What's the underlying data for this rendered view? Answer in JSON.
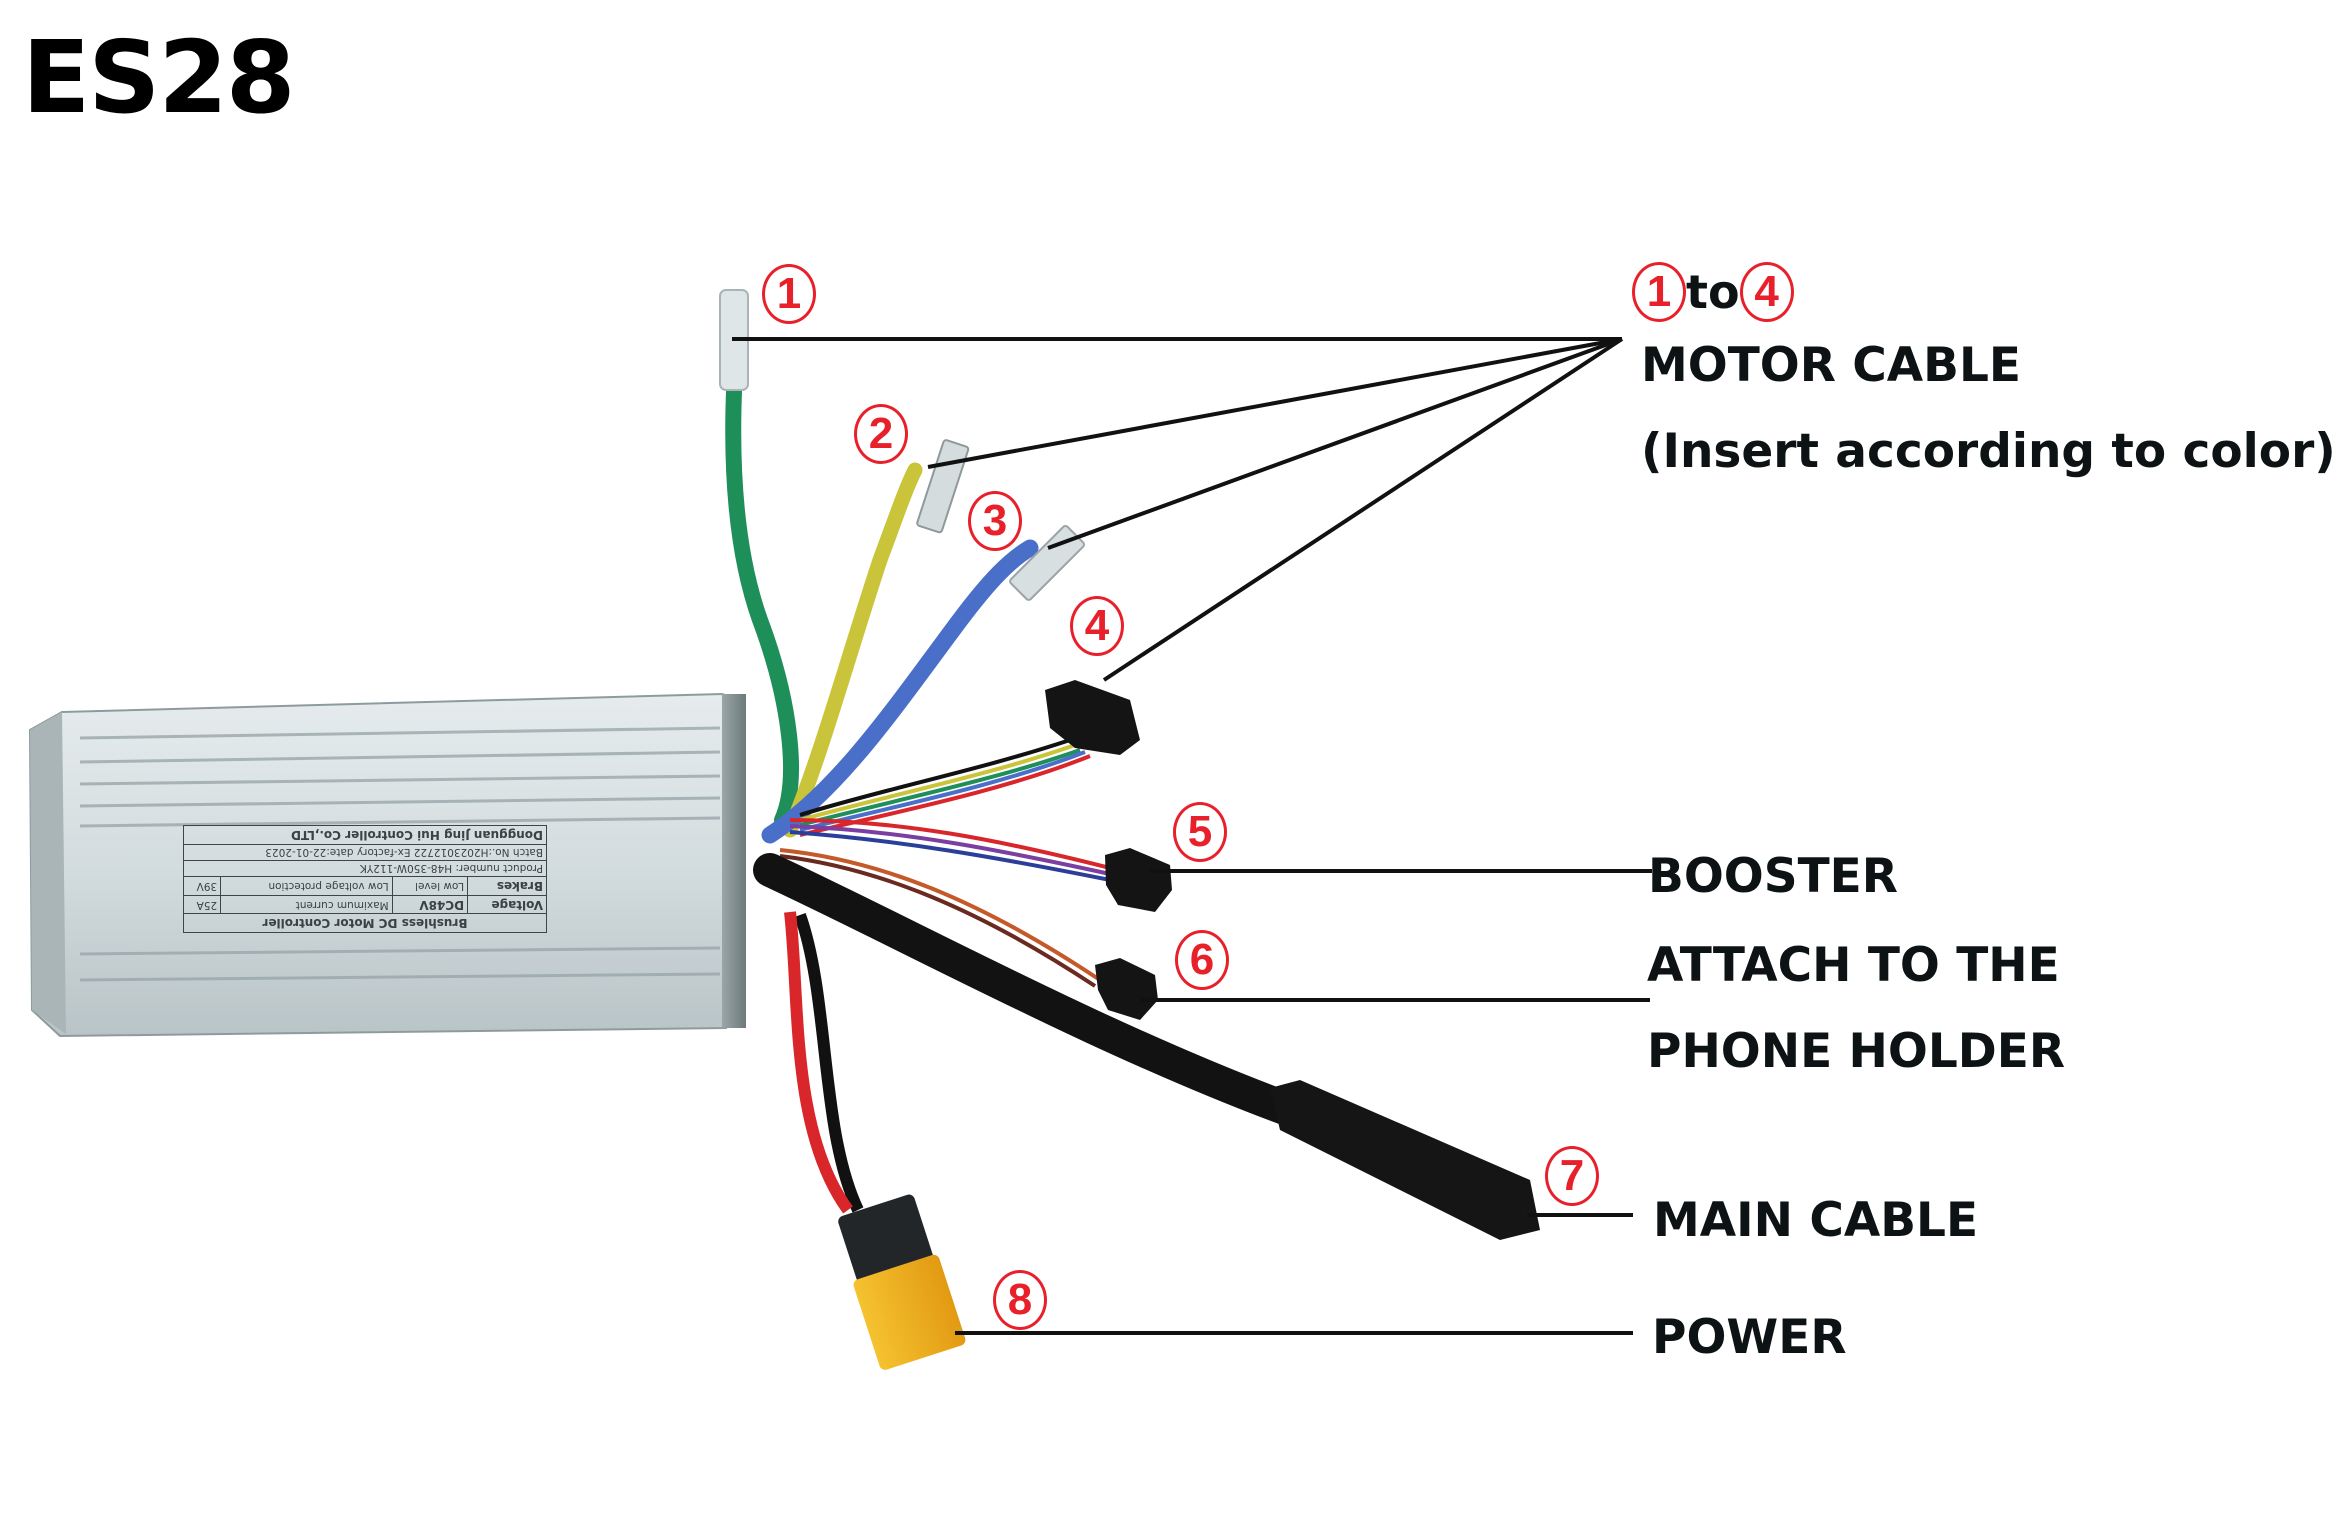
{
  "title": "ES28",
  "callouts": [
    {
      "number": "1",
      "glyph": "①",
      "part": "motor-phase-green"
    },
    {
      "number": "2",
      "glyph": "②",
      "part": "motor-phase-yellow"
    },
    {
      "number": "3",
      "glyph": "③",
      "part": "motor-phase-blue"
    },
    {
      "number": "4",
      "glyph": "④",
      "part": "motor-hall-connector"
    },
    {
      "number": "5",
      "glyph": "⑤",
      "part": "booster-connector"
    },
    {
      "number": "6",
      "glyph": "⑥",
      "part": "phone-holder-connector"
    },
    {
      "number": "7",
      "glyph": "⑦",
      "part": "main-cable-connector"
    },
    {
      "number": "8",
      "glyph": "⑧",
      "part": "power-xt60-connector"
    }
  ],
  "labels": {
    "motor": {
      "range_from": "1",
      "range_word": "to",
      "range_to": "4",
      "name": "MOTOR CABLE",
      "note": "(Insert according to color)"
    },
    "booster": "BOOSTER",
    "phone_holder_line1": "ATTACH TO THE",
    "phone_holder_line2": "PHONE HOLDER",
    "main_cable": "MAIN CABLE",
    "power": "POWER"
  },
  "sticker": {
    "header": "Brushless DC Motor Controller",
    "rows": [
      [
        "Voltage",
        "DC48V",
        "Maximum current",
        "25A"
      ],
      [
        "Brakes",
        "Low level",
        "Low voltage protection",
        "39V"
      ]
    ],
    "product_number": "Product number: H48-350W-112YK",
    "batch": "Batch No.:H2023012722  Ex-factory date:22-01-2023",
    "maker": "Dongguan Jing Hui Controller Co.,LTD"
  },
  "colors": {
    "callout_red": "#e8202a",
    "text": "#0d1214",
    "leader_line": "#111111",
    "wire_green": "#1f8f5a",
    "wire_yellow": "#c9c43a",
    "wire_blue": "#4a6fc9",
    "wire_red": "#d8262b",
    "connector_black": "#141414",
    "xt60_yellow": "#f0b21e",
    "housing": "#c9d3d6"
  }
}
